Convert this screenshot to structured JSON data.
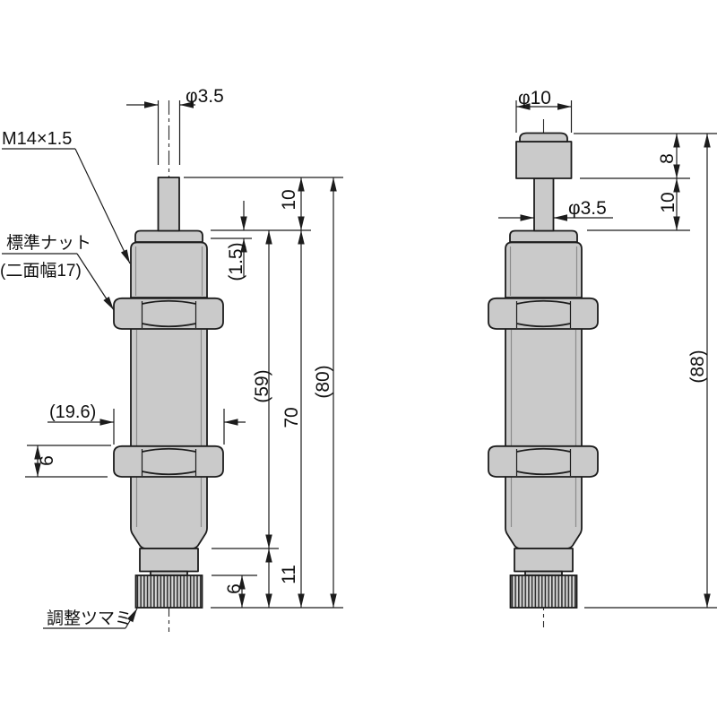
{
  "drawing": {
    "left": {
      "rod_dia": "φ3.5",
      "thread_label": "M14×1.5",
      "nut_label_line1": "標準ナット",
      "nut_label_line2": "(二面幅17)",
      "dim_stroke": "10",
      "dim_lip": "(1.5)",
      "dim_across_corners": "(19.6)",
      "dim_nut_height": "6",
      "dim_body_length": "(59)",
      "dim_length_70": "70",
      "dim_total_retracted": "(80)",
      "dim_bottom_section": "11",
      "dim_knob_height": "6",
      "knob_label": "調整ツマミ"
    },
    "right": {
      "cap_dia": "φ10",
      "dim_cap_height": "8",
      "dim_stroke": "10",
      "rod_dia": "φ3.5",
      "dim_total_extended": "(88)"
    },
    "colors": {
      "metal_fill": "#cacaca",
      "line": "#1c1c1c",
      "background": "#ffffff"
    }
  }
}
